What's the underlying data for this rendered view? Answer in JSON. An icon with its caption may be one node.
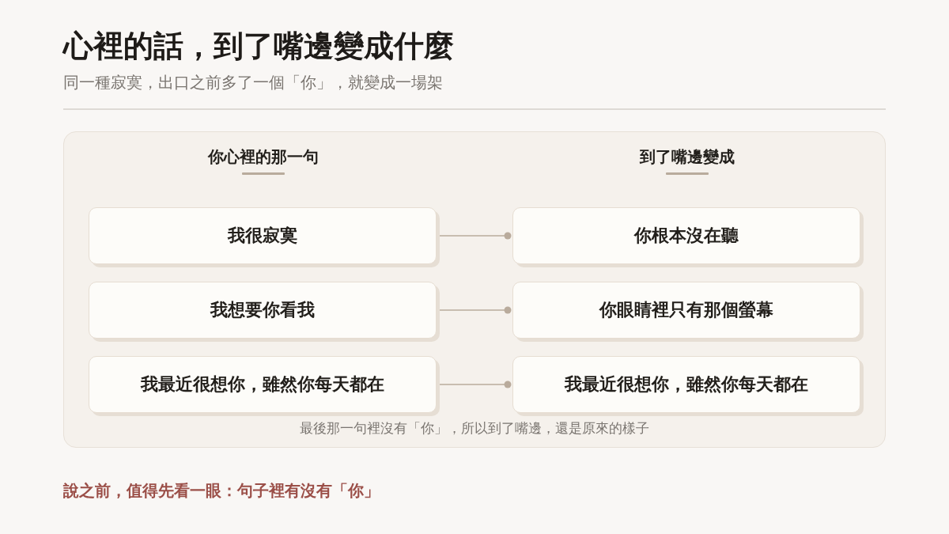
{
  "diagram": {
    "title": "心裡的話，到了嘴邊變成什麼",
    "nodes": [
      {
        "text": [
          "你心裡的那一句",
          "到了嘴邊變成",
          "最後那一句裡沒有「你」，所以到了嘴邊，還是原來的樣子"
        ]
      },
      {
        "text": [
          "我很寂寞"
        ],
        "in": 0
      },
      {
        "text": [
          "你根本沒在聽"
        ],
        "in": 0
      },
      {
        "text": [
          "我想要你看我"
        ],
        "in": 0
      },
      {
        "text": [
          "你眼睛裡只有那個螢幕"
        ],
        "in": 0
      },
      {
        "text": [
          "我最近很想你，雖然你每天都在"
        ],
        "in": 0
      },
      {
        "text": [
          "我最近很想你，雖然你每天都在"
        ],
        "in": 0
      }
    ],
    "edges": [
      {
        "from": 1,
        "to": 2,
        "arrow": "other"
      },
      {
        "from": 3,
        "to": 4,
        "arrow": "other"
      },
      {
        "from": 5,
        "to": 6,
        "arrow": "other"
      }
    ],
    "labels": [
      "同一種寂寞，出口之前多了一個「你」，就變成一場架",
      "說之前，值得先看一眼：句子裡有沒有「你」"
    ]
  }
}
